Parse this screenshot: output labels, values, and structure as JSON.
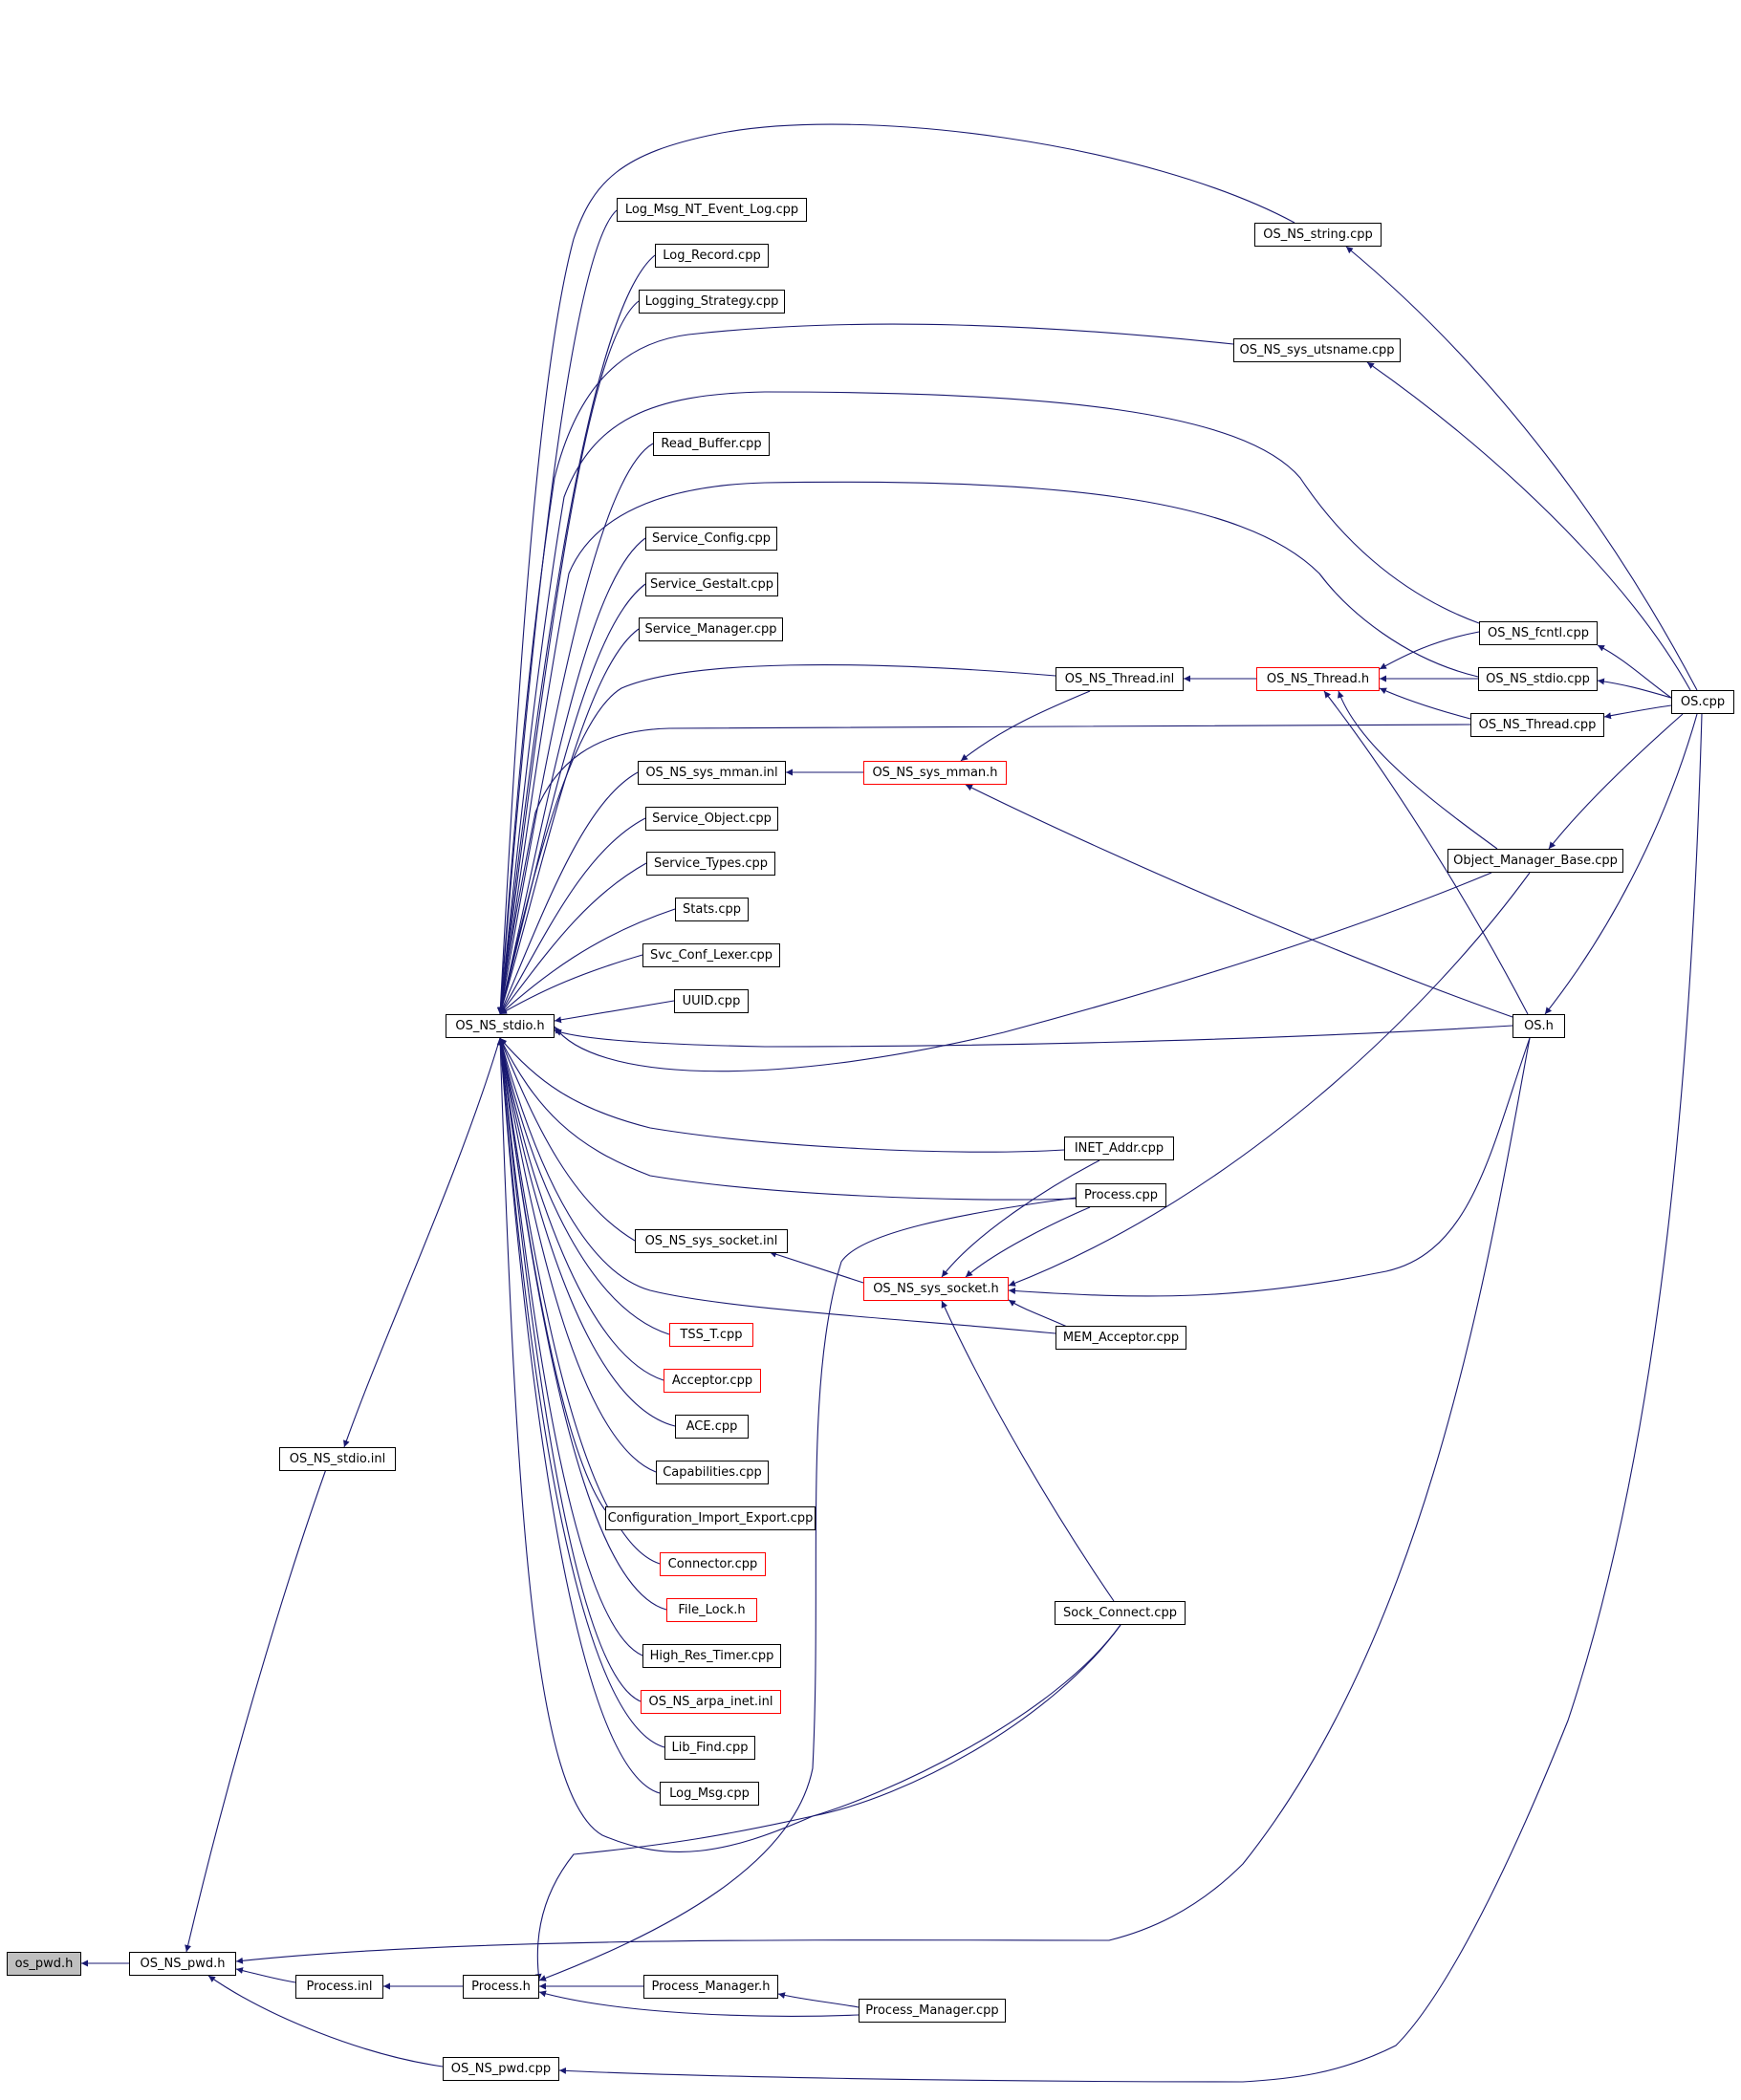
{
  "colors": {
    "edge": "#191970",
    "node_border": "#000000",
    "truncated_border": "#ff0000",
    "root_fill": "#bfbfbf"
  },
  "nodes": {
    "os_pwd_h": {
      "label": "os_pwd.h"
    },
    "os_ns_pwd_h": {
      "label": "OS_NS_pwd.h"
    },
    "os_ns_stdio_inl": {
      "label": "OS_NS_stdio.inl"
    },
    "os_ns_stdio_h": {
      "label": "OS_NS_stdio.h"
    },
    "process_inl": {
      "label": "Process.inl"
    },
    "process_h": {
      "label": "Process.h"
    },
    "process_manager_h": {
      "label": "Process_Manager.h"
    },
    "process_manager_cpp": {
      "label": "Process_Manager.cpp"
    },
    "os_ns_pwd_cpp": {
      "label": "OS_NS_pwd.cpp"
    },
    "log_msg_nt_event_log_cpp": {
      "label": "Log_Msg_NT_Event_Log.cpp"
    },
    "log_record_cpp": {
      "label": "Log_Record.cpp"
    },
    "logging_strategy_cpp": {
      "label": "Logging_Strategy.cpp"
    },
    "read_buffer_cpp": {
      "label": "Read_Buffer.cpp"
    },
    "service_config_cpp": {
      "label": "Service_Config.cpp"
    },
    "service_gestalt_cpp": {
      "label": "Service_Gestalt.cpp"
    },
    "service_manager_cpp": {
      "label": "Service_Manager.cpp"
    },
    "os_ns_sys_mman_inl": {
      "label": "OS_NS_sys_mman.inl"
    },
    "service_object_cpp": {
      "label": "Service_Object.cpp"
    },
    "service_types_cpp": {
      "label": "Service_Types.cpp"
    },
    "stats_cpp": {
      "label": "Stats.cpp"
    },
    "svc_conf_lexer_cpp": {
      "label": "Svc_Conf_Lexer.cpp"
    },
    "uuid_cpp": {
      "label": "UUID.cpp"
    },
    "os_ns_sys_socket_inl": {
      "label": "OS_NS_sys_socket.inl"
    },
    "tss_t_cpp": {
      "label": "TSS_T.cpp"
    },
    "acceptor_cpp": {
      "label": "Acceptor.cpp"
    },
    "ace_cpp": {
      "label": "ACE.cpp"
    },
    "capabilities_cpp": {
      "label": "Capabilities.cpp"
    },
    "configuration_import_export_cpp": {
      "label": "Configuration_Import_Export.cpp"
    },
    "connector_cpp": {
      "label": "Connector.cpp"
    },
    "file_lock_h": {
      "label": "File_Lock.h"
    },
    "high_res_timer_cpp": {
      "label": "High_Res_Timer.cpp"
    },
    "os_ns_arpa_inet_inl": {
      "label": "OS_NS_arpa_inet.inl"
    },
    "lib_find_cpp": {
      "label": "Lib_Find.cpp"
    },
    "log_msg_cpp": {
      "label": "Log_Msg.cpp"
    },
    "os_ns_sys_mman_h": {
      "label": "OS_NS_sys_mman.h"
    },
    "os_ns_sys_socket_h": {
      "label": "OS_NS_sys_socket.h"
    },
    "os_ns_thread_inl": {
      "label": "OS_NS_Thread.inl"
    },
    "inet_addr_cpp": {
      "label": "INET_Addr.cpp"
    },
    "process_cpp": {
      "label": "Process.cpp"
    },
    "mem_acceptor_cpp": {
      "label": "MEM_Acceptor.cpp"
    },
    "sock_connect_cpp": {
      "label": "Sock_Connect.cpp"
    },
    "os_ns_thread_h": {
      "label": "OS_NS_Thread.h"
    },
    "os_ns_string_cpp": {
      "label": "OS_NS_string.cpp"
    },
    "os_ns_sys_utsname_cpp": {
      "label": "OS_NS_sys_utsname.cpp"
    },
    "os_ns_fcntl_cpp": {
      "label": "OS_NS_fcntl.cpp"
    },
    "os_ns_stdio_cpp": {
      "label": "OS_NS_stdio.cpp"
    },
    "os_ns_thread_cpp": {
      "label": "OS_NS_Thread.cpp"
    },
    "object_manager_base_cpp": {
      "label": "Object_Manager_Base.cpp"
    },
    "os_h": {
      "label": "OS.h"
    },
    "os_cpp": {
      "label": "OS.cpp"
    }
  }
}
